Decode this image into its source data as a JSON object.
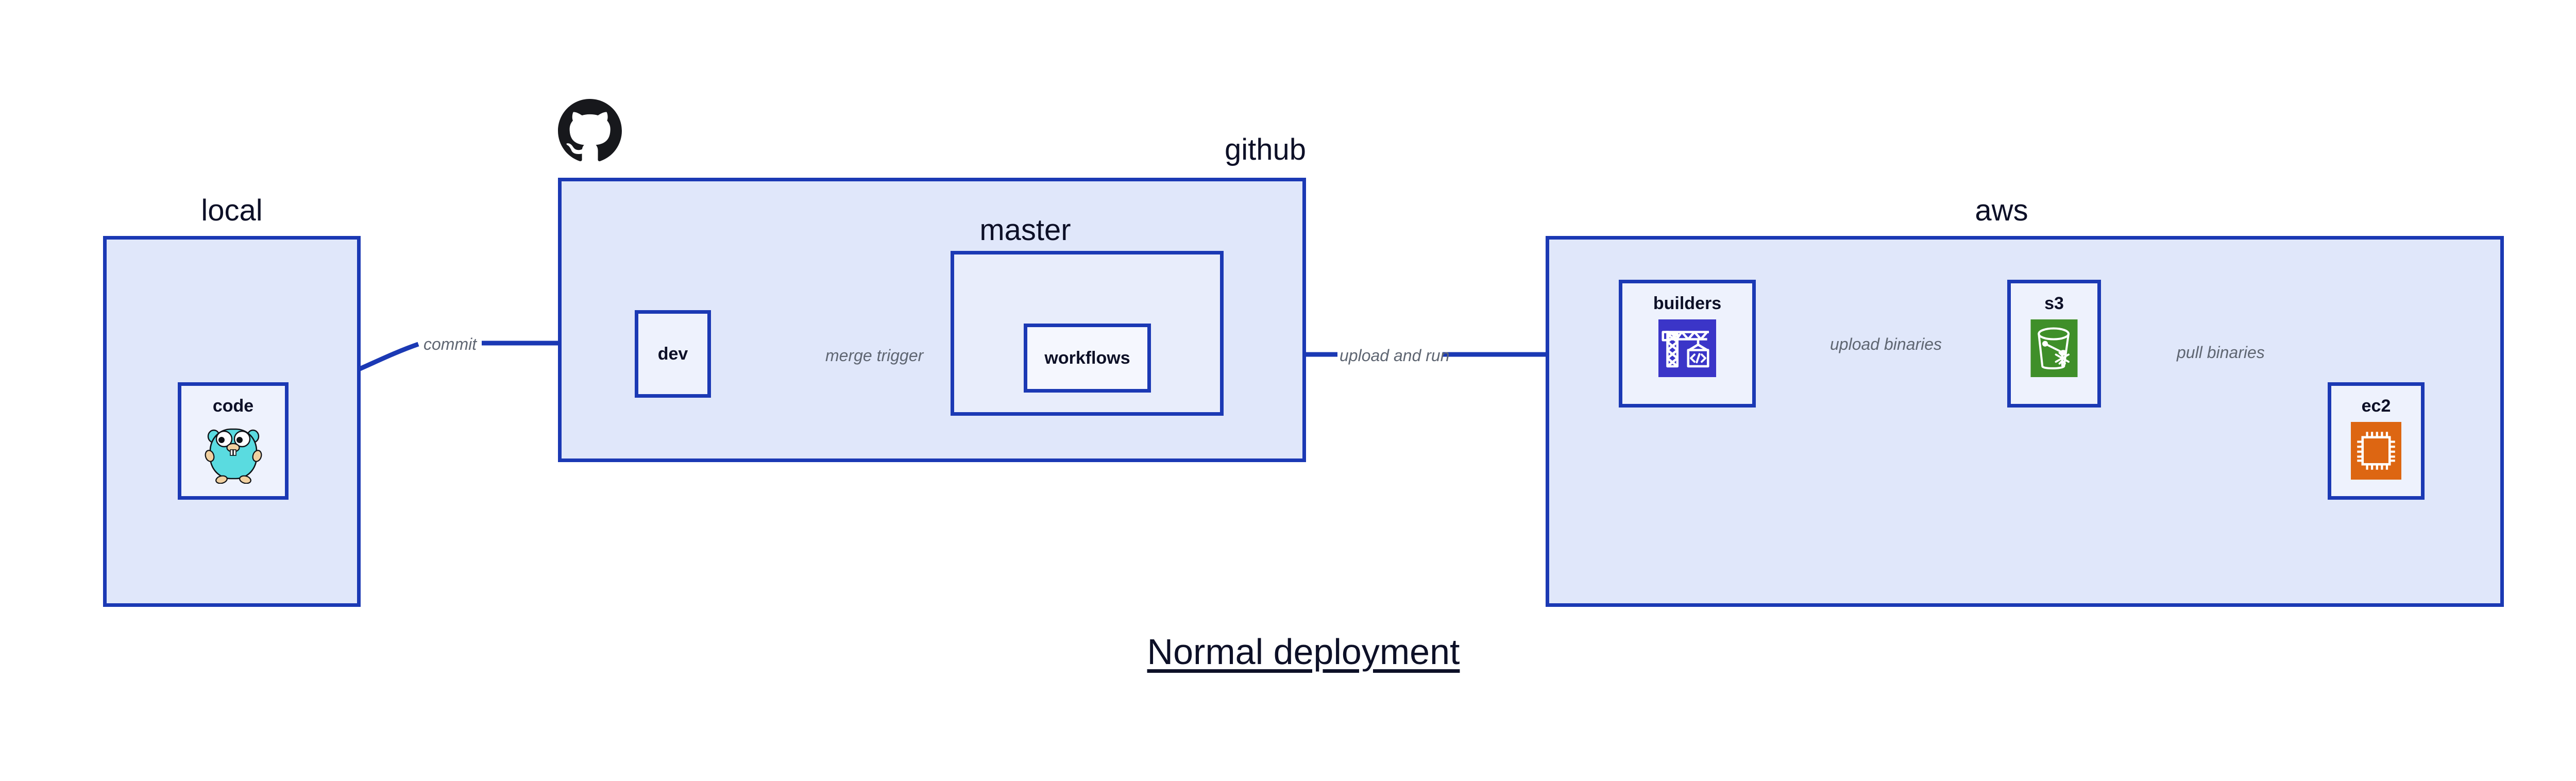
{
  "diagram": {
    "title": "Normal deployment",
    "accent_border": "#1b39b4",
    "group_fill": "#e0e7fa",
    "node_fill": "#eef2fd",
    "label_color": "#0d1027",
    "edge_label_color": "#5f6672"
  },
  "groups": [
    {
      "id": "local",
      "label": "local"
    },
    {
      "id": "github",
      "label": "github"
    },
    {
      "id": "master",
      "label": "master"
    },
    {
      "id": "aws",
      "label": "aws"
    }
  ],
  "nodes": [
    {
      "id": "code",
      "label": "code",
      "icon": "go-gopher-icon",
      "icon_color": "#5adbe0"
    },
    {
      "id": "dev",
      "label": "dev",
      "icon": null,
      "icon_color": null
    },
    {
      "id": "workflows",
      "label": "workflows",
      "icon": null,
      "icon_color": null
    },
    {
      "id": "builders",
      "label": "builders",
      "icon": "aws-codebuild-icon",
      "icon_color": "#3b35c8"
    },
    {
      "id": "s3",
      "label": "s3",
      "icon": "aws-s3-glacier-icon",
      "icon_color": "#3f8f29"
    },
    {
      "id": "ec2",
      "label": "ec2",
      "icon": "aws-ec2-chip-icon",
      "icon_color": "#dd6612"
    }
  ],
  "edges": [
    {
      "id": "code-to-dev",
      "from": "code",
      "to": "dev",
      "label": "commit"
    },
    {
      "id": "dev-to-workflows",
      "from": "dev",
      "to": "workflows",
      "label": "merge trigger"
    },
    {
      "id": "workflows-to-builders",
      "from": "workflows",
      "to": "builders",
      "label": "upload and run"
    },
    {
      "id": "builders-to-s3",
      "from": "builders",
      "to": "s3",
      "label": "upload binaries"
    },
    {
      "id": "s3-to-ec2",
      "from": "s3",
      "to": "ec2",
      "label": "pull binaries"
    }
  ],
  "logos": [
    {
      "id": "github-octocat",
      "name": "github-octocat-logo",
      "color": "#17181c"
    }
  ]
}
